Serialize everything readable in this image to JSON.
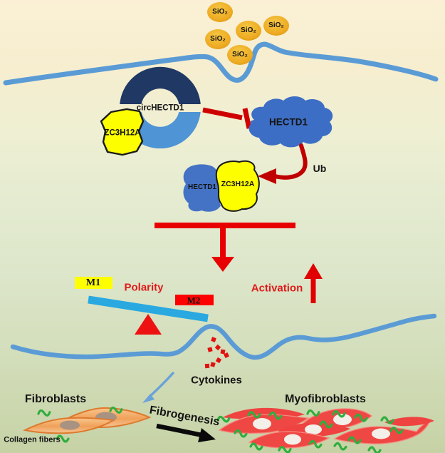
{
  "figure": {
    "type": "mechanism-diagram",
    "topic": "SiO2 / circHECTD1 pathway leading to fibrogenesis"
  },
  "colors": {
    "membrane_blue": "#5b9bd5",
    "donut_top_navy": "#1f3864",
    "donut_bottom_blue": "#4f94d4",
    "protein_yellow": "#fdfe00",
    "protein_blue": "#3d6ec5",
    "arrow_red": "#d40000",
    "bar_red": "#e80000",
    "m1_box_yellow": "#fdfe00",
    "m2_box_red": "#fe0000",
    "seesaw_blue": "#29a9e0",
    "fibroblast_orange": "#f2a75f",
    "myofibroblast_red": "#ef4743",
    "nucleus_gray": "#a89282",
    "nucleus_white": "#f3efe9",
    "collagen_green": "#2fae3e",
    "particle_orange": "#eeae25",
    "label_red": "#e01b1b"
  },
  "particles": {
    "label": "SiO₂",
    "count": 5
  },
  "molecules": {
    "circ_rna": "circHECTD1",
    "zc3h12a": "ZC3H12A",
    "hectd1": "HECTD1",
    "ubiquitin": "Ub",
    "complex": {
      "left": "HECTD1",
      "right": "ZC3H12A"
    }
  },
  "polarity_panel": {
    "m1": "M1",
    "m2": "M2",
    "polarity": "Polarity",
    "activation": "Activation"
  },
  "signals": {
    "cytokines": "Cytokines"
  },
  "cells": {
    "fibroblasts": "Fibroblasts",
    "myofibroblasts": "Myofibroblasts",
    "process": "Fibrogenesis",
    "collagen": "Collagen fibers"
  }
}
